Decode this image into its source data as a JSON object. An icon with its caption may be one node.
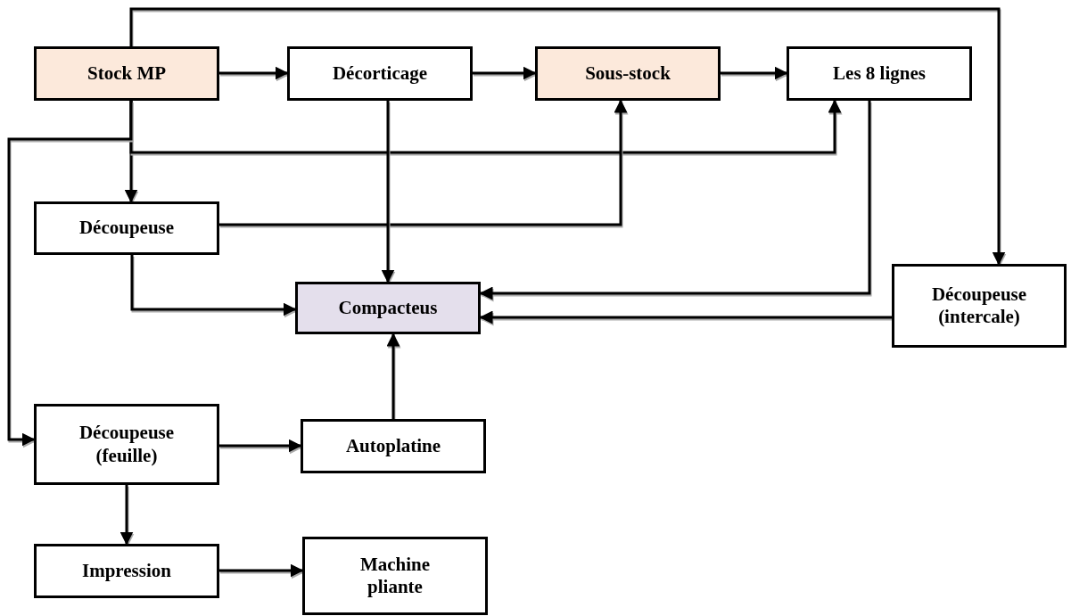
{
  "diagram": {
    "nodes": [
      {
        "text": [
          "Stock MP"
        ]
      },
      {
        "text": [
          "Décorticage"
        ]
      },
      {
        "text": [
          "Sous-stock"
        ]
      },
      {
        "text": [
          "Les 8 lignes"
        ]
      },
      {
        "text": [
          "Découpeuse"
        ]
      },
      {
        "text": [
          "Compacteus"
        ]
      },
      {
        "text": [
          "Découpeuse (intercale)"
        ]
      },
      {
        "text": [
          "Découpeuse (feuille)"
        ]
      },
      {
        "text": [
          "Autoplatine"
        ]
      },
      {
        "text": [
          "Impression"
        ]
      },
      {
        "text": [
          "Machine pliante"
        ]
      }
    ],
    "edges": [
      {
        "from": 0,
        "to": 1,
        "arrow": "to"
      },
      {
        "from": 1,
        "to": 2,
        "arrow": "to"
      },
      {
        "from": 2,
        "to": 3,
        "arrow": "to"
      },
      {
        "from": 0,
        "to": 6,
        "arrow": "to"
      },
      {
        "from": 0,
        "to": 4,
        "arrow": "to"
      },
      {
        "from": 0,
        "to": 3,
        "arrow": "to"
      },
      {
        "from": 0,
        "to": 7,
        "arrow": "to"
      },
      {
        "from": 4,
        "to": 2,
        "arrow": "to"
      },
      {
        "from": 1,
        "to": 5,
        "arrow": "to"
      },
      {
        "from": 4,
        "to": 5,
        "arrow": "to"
      },
      {
        "from": 3,
        "to": 5,
        "arrow": "to"
      },
      {
        "from": 6,
        "to": 5,
        "arrow": "to"
      },
      {
        "from": 7,
        "to": 8,
        "arrow": "to"
      },
      {
        "from": 8,
        "to": 5,
        "arrow": "to"
      },
      {
        "from": 7,
        "to": 9,
        "arrow": "to"
      },
      {
        "from": 9,
        "to": 10,
        "arrow": "to"
      }
    ]
  }
}
